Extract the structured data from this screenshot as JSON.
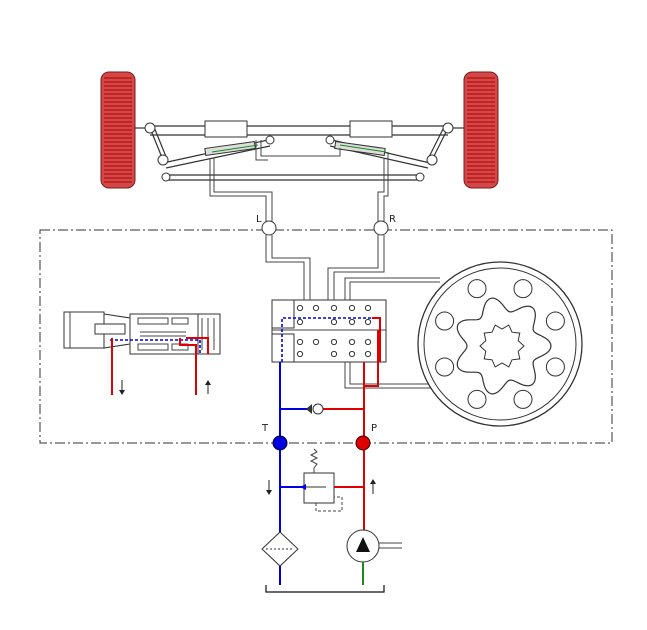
{
  "labels": {
    "left_port": "L",
    "right_port": "R",
    "tank_port": "T",
    "pressure_port": "P"
  },
  "colors": {
    "pressure": "#e00000",
    "return": "#0000e0",
    "suction": "#1a8a1a",
    "tire": "#c83c3c",
    "outline": "#333333"
  }
}
